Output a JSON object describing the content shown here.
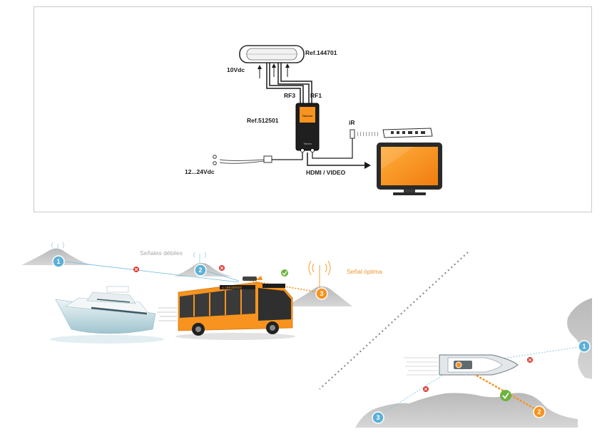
{
  "schematic": {
    "antenna_ref": "Ref.144701",
    "antenna_power": "10Vdc",
    "rf3": "RF3",
    "rf1": "RF1",
    "receiver_ref": "Ref.512501",
    "ir": "iR",
    "supply": "12...24Vdc",
    "hdmi": "HDMI / VIDEO"
  },
  "scene": {
    "weak_signals": "Señales débiles",
    "optimal_signal": "Señal óptima",
    "tower_numbers": [
      "1",
      "2",
      "3"
    ],
    "bus_sign": "L  UNIVERSO",
    "nav_numbers": [
      "1",
      "2",
      "3"
    ]
  },
  "colors": {
    "orange": "#f7931e",
    "blue": "#5bb0d6",
    "green": "#6db33f",
    "red": "#e0342b",
    "grey": "#c8c8c8"
  }
}
